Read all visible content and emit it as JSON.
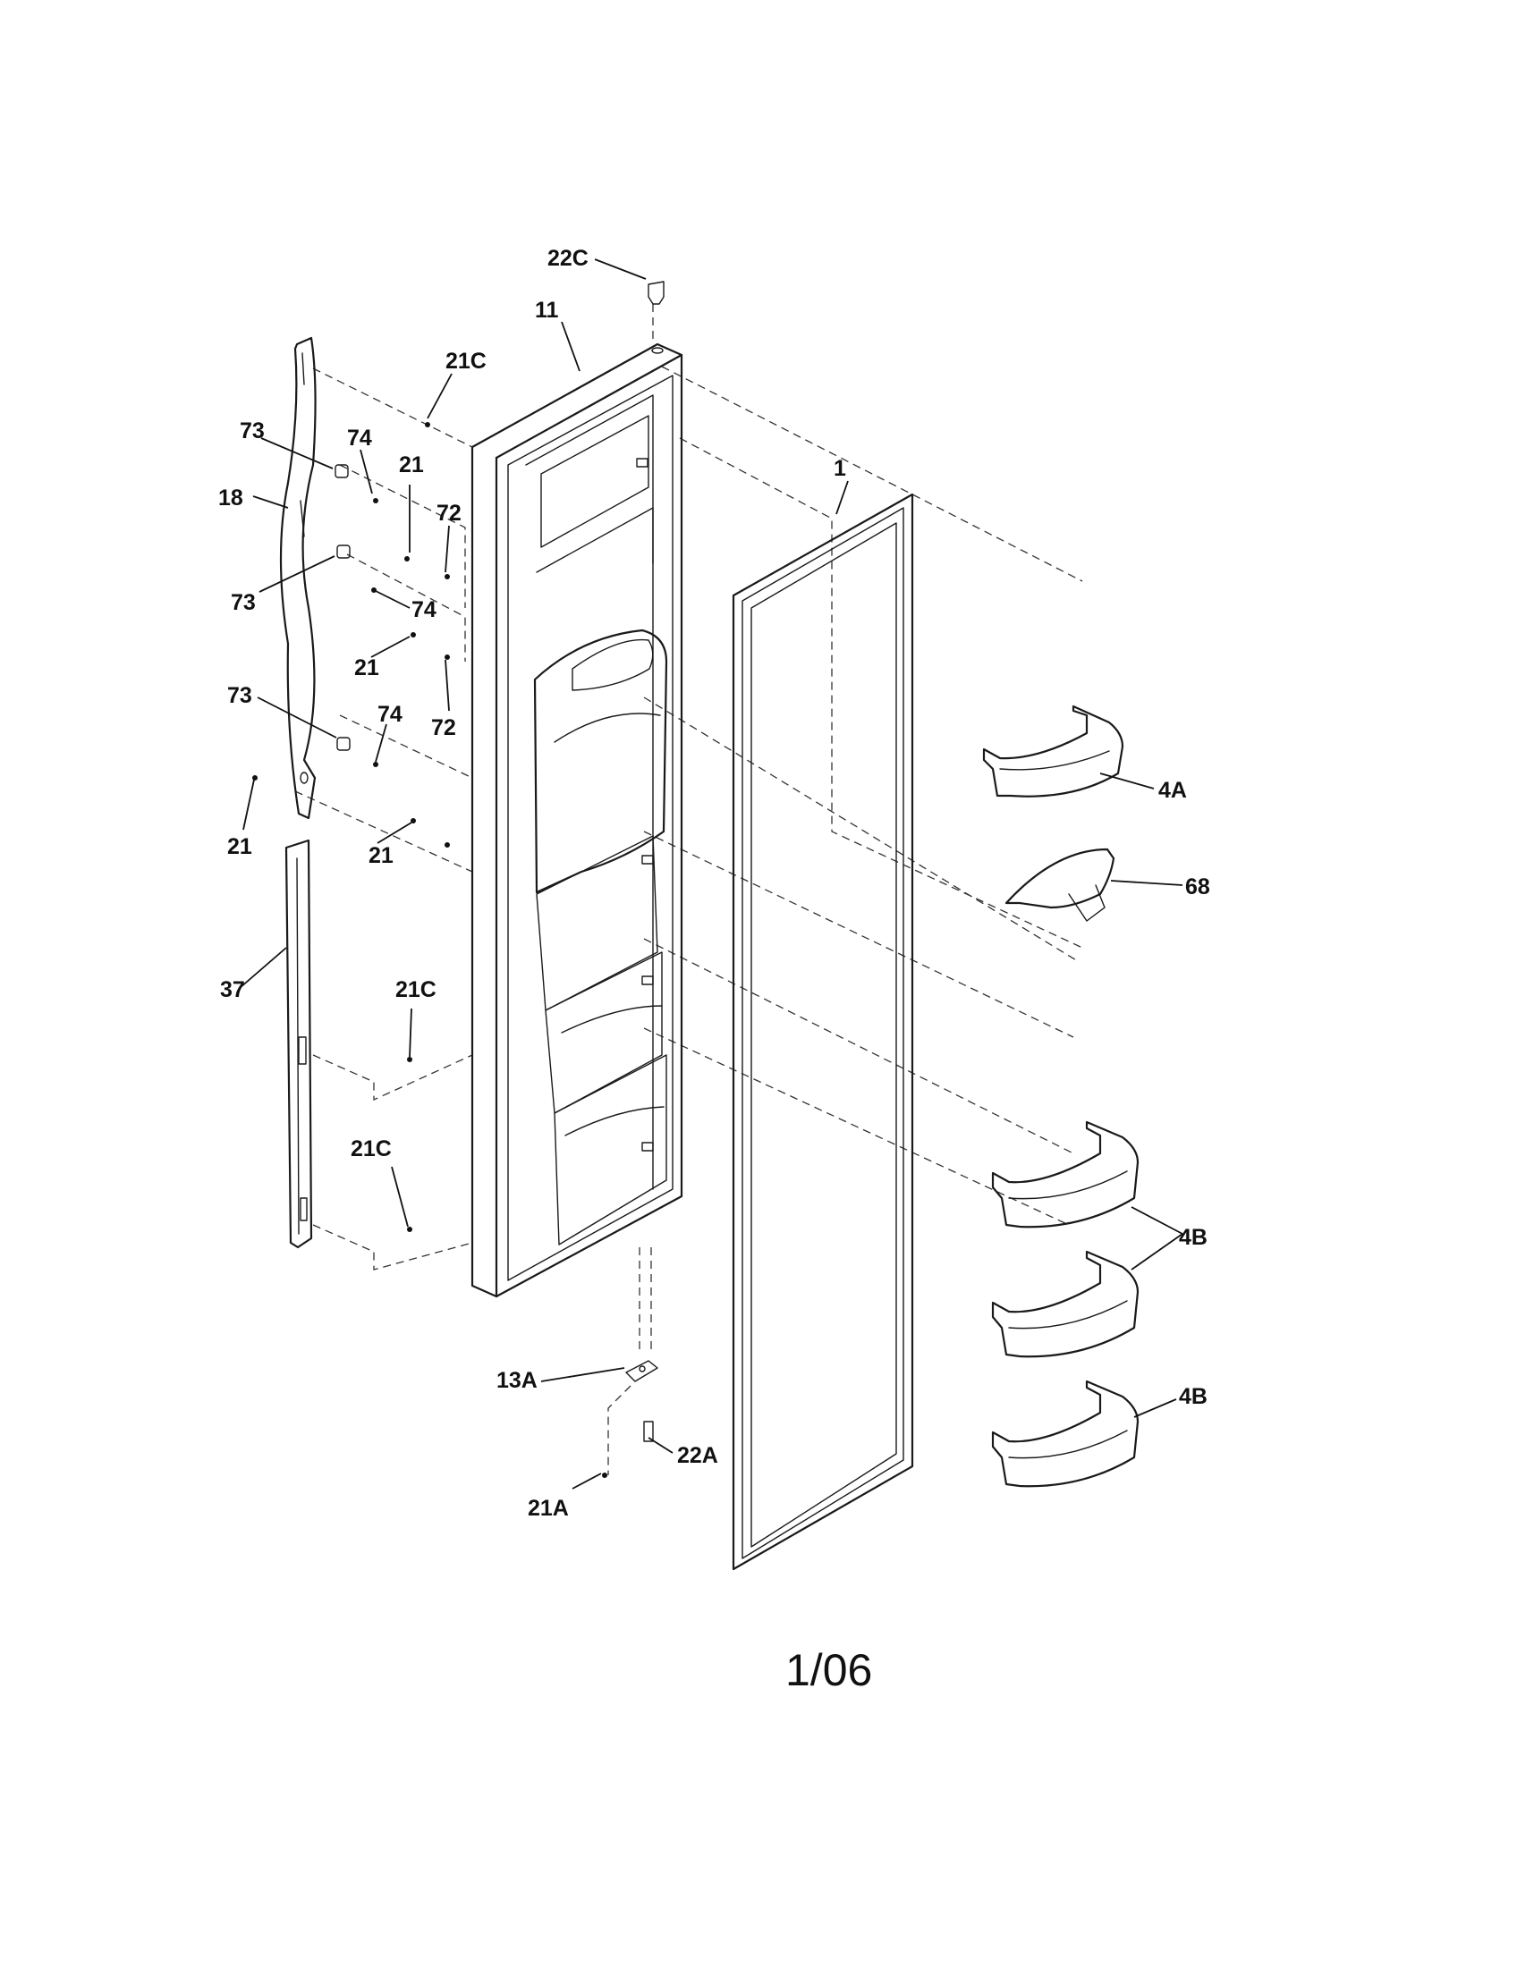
{
  "diagram": {
    "page_footer": "1/06",
    "callouts": {
      "c22C_top": "22C",
      "c11": "11",
      "c21C_top": "21C",
      "c73_a": "73",
      "c74_a": "74",
      "c21_a": "21",
      "c18": "18",
      "c72_a": "72",
      "c73_b": "73",
      "c74_b": "74",
      "c21_b": "21",
      "c73_c": "73",
      "c74_c": "74",
      "c72_b": "72",
      "c21_c": "21",
      "c21_d": "21",
      "c37": "37",
      "c21C_mid": "21C",
      "c21C_low": "21C",
      "c1": "1",
      "c4A": "4A",
      "c68": "68",
      "c4B_a": "4B",
      "c4B_b": "4B",
      "c13A": "13A",
      "c22A": "22A",
      "c21A": "21A"
    }
  }
}
